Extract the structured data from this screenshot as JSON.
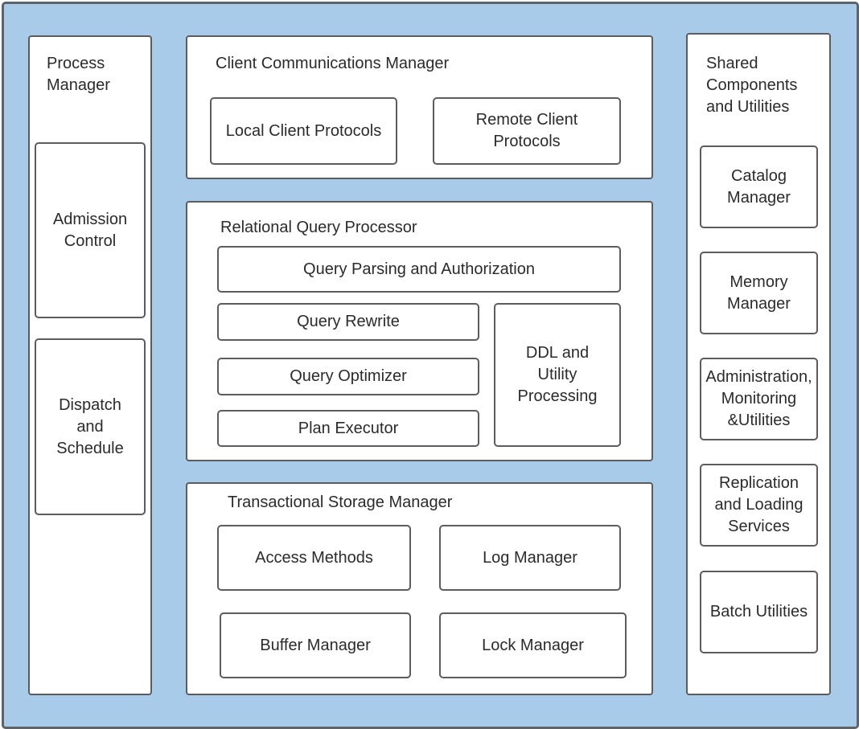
{
  "diagram": {
    "process_manager": {
      "title": "Process\nManager",
      "items": [
        "Admission\nControl",
        "Dispatch\nand\nSchedule"
      ]
    },
    "client_comm": {
      "title": "Client Communications Manager",
      "items": [
        "Local Client Protocols",
        "Remote Client\nProtocols"
      ]
    },
    "query_processor": {
      "title": "Relational Query Processor",
      "parsing": "Query Parsing and Authorization",
      "rewrite": "Query Rewrite",
      "optimizer": "Query Optimizer",
      "executor": "Plan Executor",
      "ddl": "DDL and\nUtility\nProcessing"
    },
    "storage_manager": {
      "title": "Transactional Storage Manager",
      "items": [
        "Access Methods",
        "Log Manager",
        "Buffer Manager",
        "Lock Manager"
      ]
    },
    "shared": {
      "title": "Shared\nComponents\nand Utilities",
      "items": [
        "Catalog\nManager",
        "Memory\nManager",
        "Administration,\nMonitoring\n&Utilities",
        "Replication\nand Loading\nServices",
        "Batch Utilities"
      ]
    }
  },
  "colors": {
    "background": "#a9cbea",
    "border": "#5c5c5c",
    "box_fill": "#ffffff"
  }
}
